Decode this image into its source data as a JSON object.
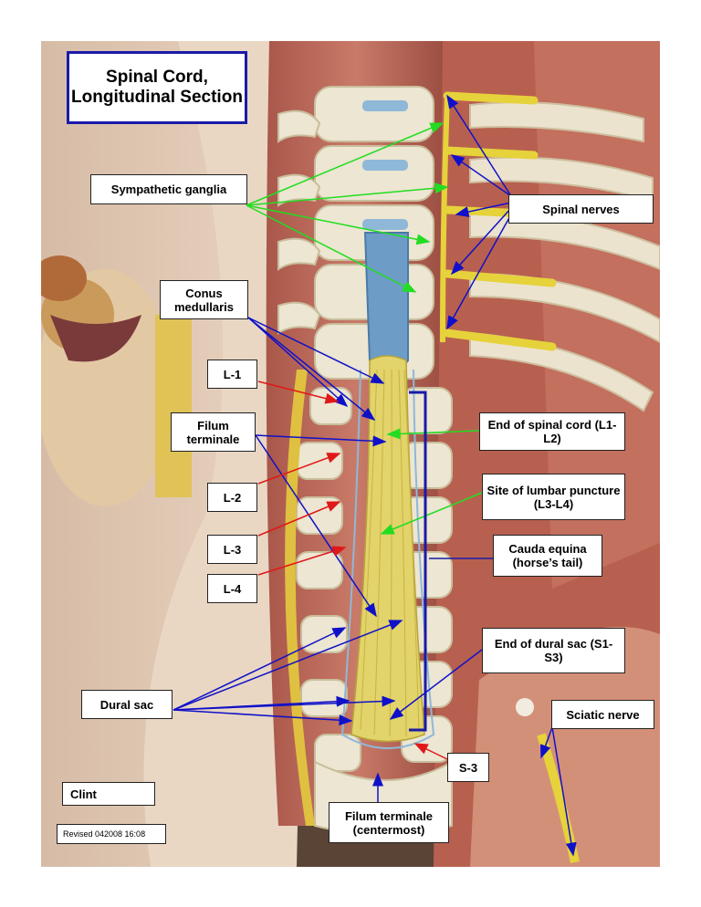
{
  "title": "Spinal Cord, Longitudinal Section",
  "labels": {
    "sympathetic_ganglia": "Sympathetic ganglia",
    "spinal_nerves": "Spinal nerves",
    "conus_medullaris": "Conus medullaris",
    "l1": "L-1",
    "filum_terminale": "Filum terminale",
    "end_spinal_cord": "End of spinal cord (L1-L2)",
    "l2": "L-2",
    "lumbar_puncture": "Site of lumbar puncture (L3-L4)",
    "l3": "L-3",
    "cauda_equina": "Cauda equina (horse’s tail)",
    "l4": "L-4",
    "end_dural_sac": "End of dural sac (S1-S3)",
    "dural_sac": "Dural sac",
    "sciatic_nerve": "Sciatic nerve",
    "s3": "S-3",
    "filum_centermost": "Filum terminale (centermost)",
    "clint": "Clint",
    "revised": "Revised 042008 16:08"
  },
  "colors": {
    "blue_arrow": "#1010c8",
    "green_arrow": "#22dd22",
    "red_arrow": "#e01818",
    "bracket": "#1a1aa8"
  }
}
